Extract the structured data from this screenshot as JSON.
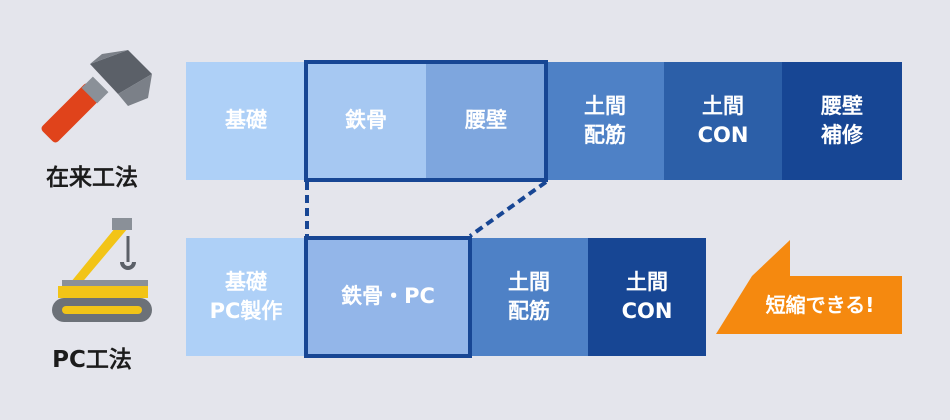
{
  "conventional": {
    "label": "在来工法",
    "icon": "hammer-icon",
    "steps": [
      {
        "text": "基礎",
        "color": "#aed0f7"
      },
      {
        "text": "鉄骨",
        "color": "#a6c8f2"
      },
      {
        "text": "腰壁",
        "color": "#7ea6de"
      },
      {
        "text": "土間\n配筋",
        "color": "#4e81c6"
      },
      {
        "text": "土間\nCON",
        "color": "#2c5fa8"
      },
      {
        "text": "腰壁\n補修",
        "color": "#174694"
      }
    ]
  },
  "pc": {
    "label": "PC工法",
    "icon": "crane-icon",
    "steps": [
      {
        "text": "基礎\nPC製作",
        "color": "#aed0f7"
      },
      {
        "text": "鉄骨・PC",
        "color": "#93b6e9"
      },
      {
        "text": "土間\n配筋",
        "color": "#4e81c6"
      },
      {
        "text": "土間\nCON",
        "color": "#174694"
      }
    ]
  },
  "callout": {
    "text": "短縮できる!",
    "color": "#f5890f"
  },
  "colors": {
    "frame": "#174694",
    "background": "#e4e5ec"
  }
}
